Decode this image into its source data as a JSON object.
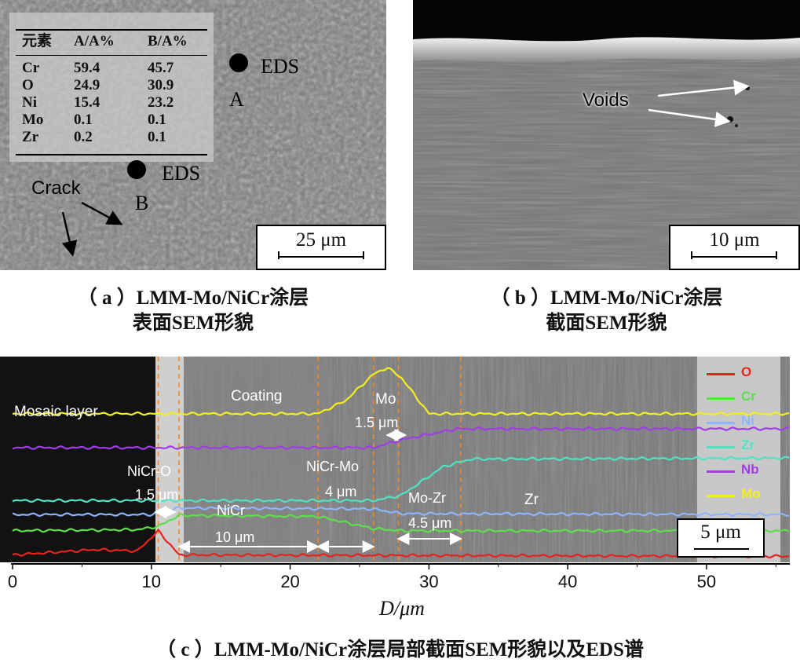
{
  "panel_a": {
    "table": {
      "headers": [
        "元素",
        "A/A%",
        "B/A%"
      ],
      "rows": [
        [
          "Cr",
          "59.4",
          "45.7"
        ],
        [
          "O",
          "24.9",
          "30.9"
        ],
        [
          "Ni",
          "15.4",
          "23.2"
        ],
        [
          "Mo",
          "0.1",
          "0.1"
        ],
        [
          "Zr",
          "0.2",
          "0.1"
        ]
      ]
    },
    "eds_a_label": "EDS",
    "point_a": "A",
    "eds_b_label": "EDS",
    "point_b": "B",
    "crack_label": "Crack",
    "scale_label": "25 μm"
  },
  "panel_b": {
    "voids_label": "Voids",
    "scale_label": "10 μm"
  },
  "caption_a": {
    "line1": "（ a ）LMM-Mo/NiCr涂层",
    "line2": "表面SEM形貌"
  },
  "caption_b": {
    "line1": "（ b ）LMM-Mo/NiCr涂层",
    "line2": "截面SEM形貌"
  },
  "caption_c": "（ c ）LMM-Mo/NiCr涂层局部截面SEM形貌以及EDS谱",
  "panel_c": {
    "labels": {
      "mosaic": "Mosaic layer",
      "coating": "Coating",
      "nicr_o": "NiCr-O",
      "nicr_o_width": "1.5 μm",
      "nicr": "NiCr",
      "nicr_width": "10 μm",
      "nicr_mo": "NiCr-Mo",
      "nicr_mo_width": "4 μm",
      "mo": "Mo",
      "mo_width": "1.5 μm",
      "mo_zr": "Mo-Zr",
      "mo_zr_width": "4.5 μm",
      "zr": "Zr"
    },
    "scale_label": "5 μm",
    "xlabel": "D/μm",
    "ticks": [
      "0",
      "10",
      "20",
      "30",
      "40",
      "50"
    ],
    "legend": [
      {
        "name": "O",
        "color": "#e8231e"
      },
      {
        "name": "Cr",
        "color": "#5ce04a"
      },
      {
        "name": "Ni",
        "color": "#8fb4ff"
      },
      {
        "name": "Zr",
        "color": "#4fe3c1"
      },
      {
        "name": "Nb",
        "color": "#a23be8"
      },
      {
        "name": "Mo",
        "color": "#f2ee1f"
      }
    ]
  },
  "chart_data": {
    "type": "line",
    "xlabel": "D/μm",
    "xlim": [
      0,
      56
    ],
    "xticks": [
      0,
      10,
      20,
      30,
      40,
      50
    ],
    "legend_position": "right",
    "boundaries_um": [
      10.5,
      12,
      22,
      26,
      27.8,
      32.3
    ],
    "series": [
      {
        "name": "Mo",
        "x": [
          0,
          22,
          24,
          26,
          27,
          28,
          30,
          56
        ],
        "y": [
          0.3,
          0.3,
          0.5,
          0.9,
          1.0,
          0.85,
          0.3,
          0.3
        ]
      },
      {
        "name": "Nb",
        "x": [
          0,
          26,
          28,
          32,
          56
        ],
        "y": [
          0.3,
          0.3,
          0.55,
          0.9,
          0.9
        ]
      },
      {
        "name": "Zr",
        "x": [
          0,
          26,
          28,
          31,
          33,
          56
        ],
        "y": [
          0.1,
          0.1,
          0.2,
          0.75,
          0.9,
          0.92
        ]
      },
      {
        "name": "Ni",
        "x": [
          0,
          10,
          12,
          26,
          28,
          56
        ],
        "y": [
          0.2,
          0.2,
          0.55,
          0.5,
          0.25,
          0.2
        ]
      },
      {
        "name": "Cr",
        "x": [
          0,
          9,
          10.5,
          12,
          22,
          26,
          28,
          56
        ],
        "y": [
          0.15,
          0.2,
          0.35,
          0.85,
          0.8,
          0.25,
          0.15,
          0.15
        ]
      },
      {
        "name": "O",
        "x": [
          0,
          6,
          9,
          10.5,
          12,
          56
        ],
        "y": [
          0.1,
          0.3,
          0.25,
          1.0,
          0.1,
          0.05
        ]
      }
    ]
  }
}
